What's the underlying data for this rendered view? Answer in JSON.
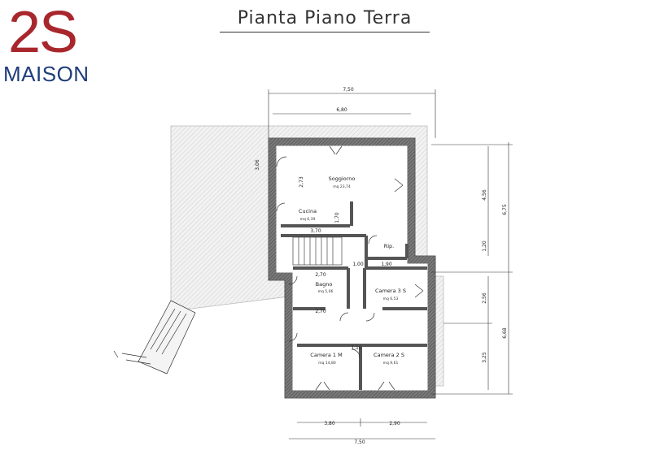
{
  "logo": {
    "mark": "2S",
    "word": "MAISON"
  },
  "title": "Pianta Piano Terra",
  "rooms": {
    "soggiorno": {
      "name": "Soggiorno",
      "area": "mq 23,74"
    },
    "cucina": {
      "name": "Cucina",
      "area": "mq 6,39"
    },
    "rip": {
      "name": "Rip."
    },
    "bagno": {
      "name": "Bagno",
      "area": "mq 5,06"
    },
    "camera3": {
      "name": "Camera 3 S",
      "area": "mq 6,53"
    },
    "camera1": {
      "name": "Camera 1 M",
      "area": "mq 14,80"
    },
    "camera2": {
      "name": "Camera 2 S",
      "area": "mq 9,61"
    }
  },
  "dimensions": {
    "top_overall": "7,50",
    "top_inner": "6,80",
    "cucina_height": "2,73",
    "cucina_width": "3,70",
    "cucina_side": "1,70",
    "left_side": "3,06",
    "mid_h1": "1,00",
    "mid_h2": "1,90",
    "bagno_top": "2,70",
    "bagno_bottom": "2,70",
    "corridor": "1,10",
    "bottom_left": "3,80",
    "bottom_right": "2,90",
    "bottom_overall": "7,50",
    "right_a": "4,56",
    "right_b": "1,20",
    "right_total_top": "6,75",
    "right_c": "2,56",
    "right_d": "3,25",
    "right_total_bottom": "6,68"
  },
  "colors": {
    "logo_red": "#a8272c",
    "logo_blue": "#1f3d7a",
    "wall": "#555555"
  }
}
